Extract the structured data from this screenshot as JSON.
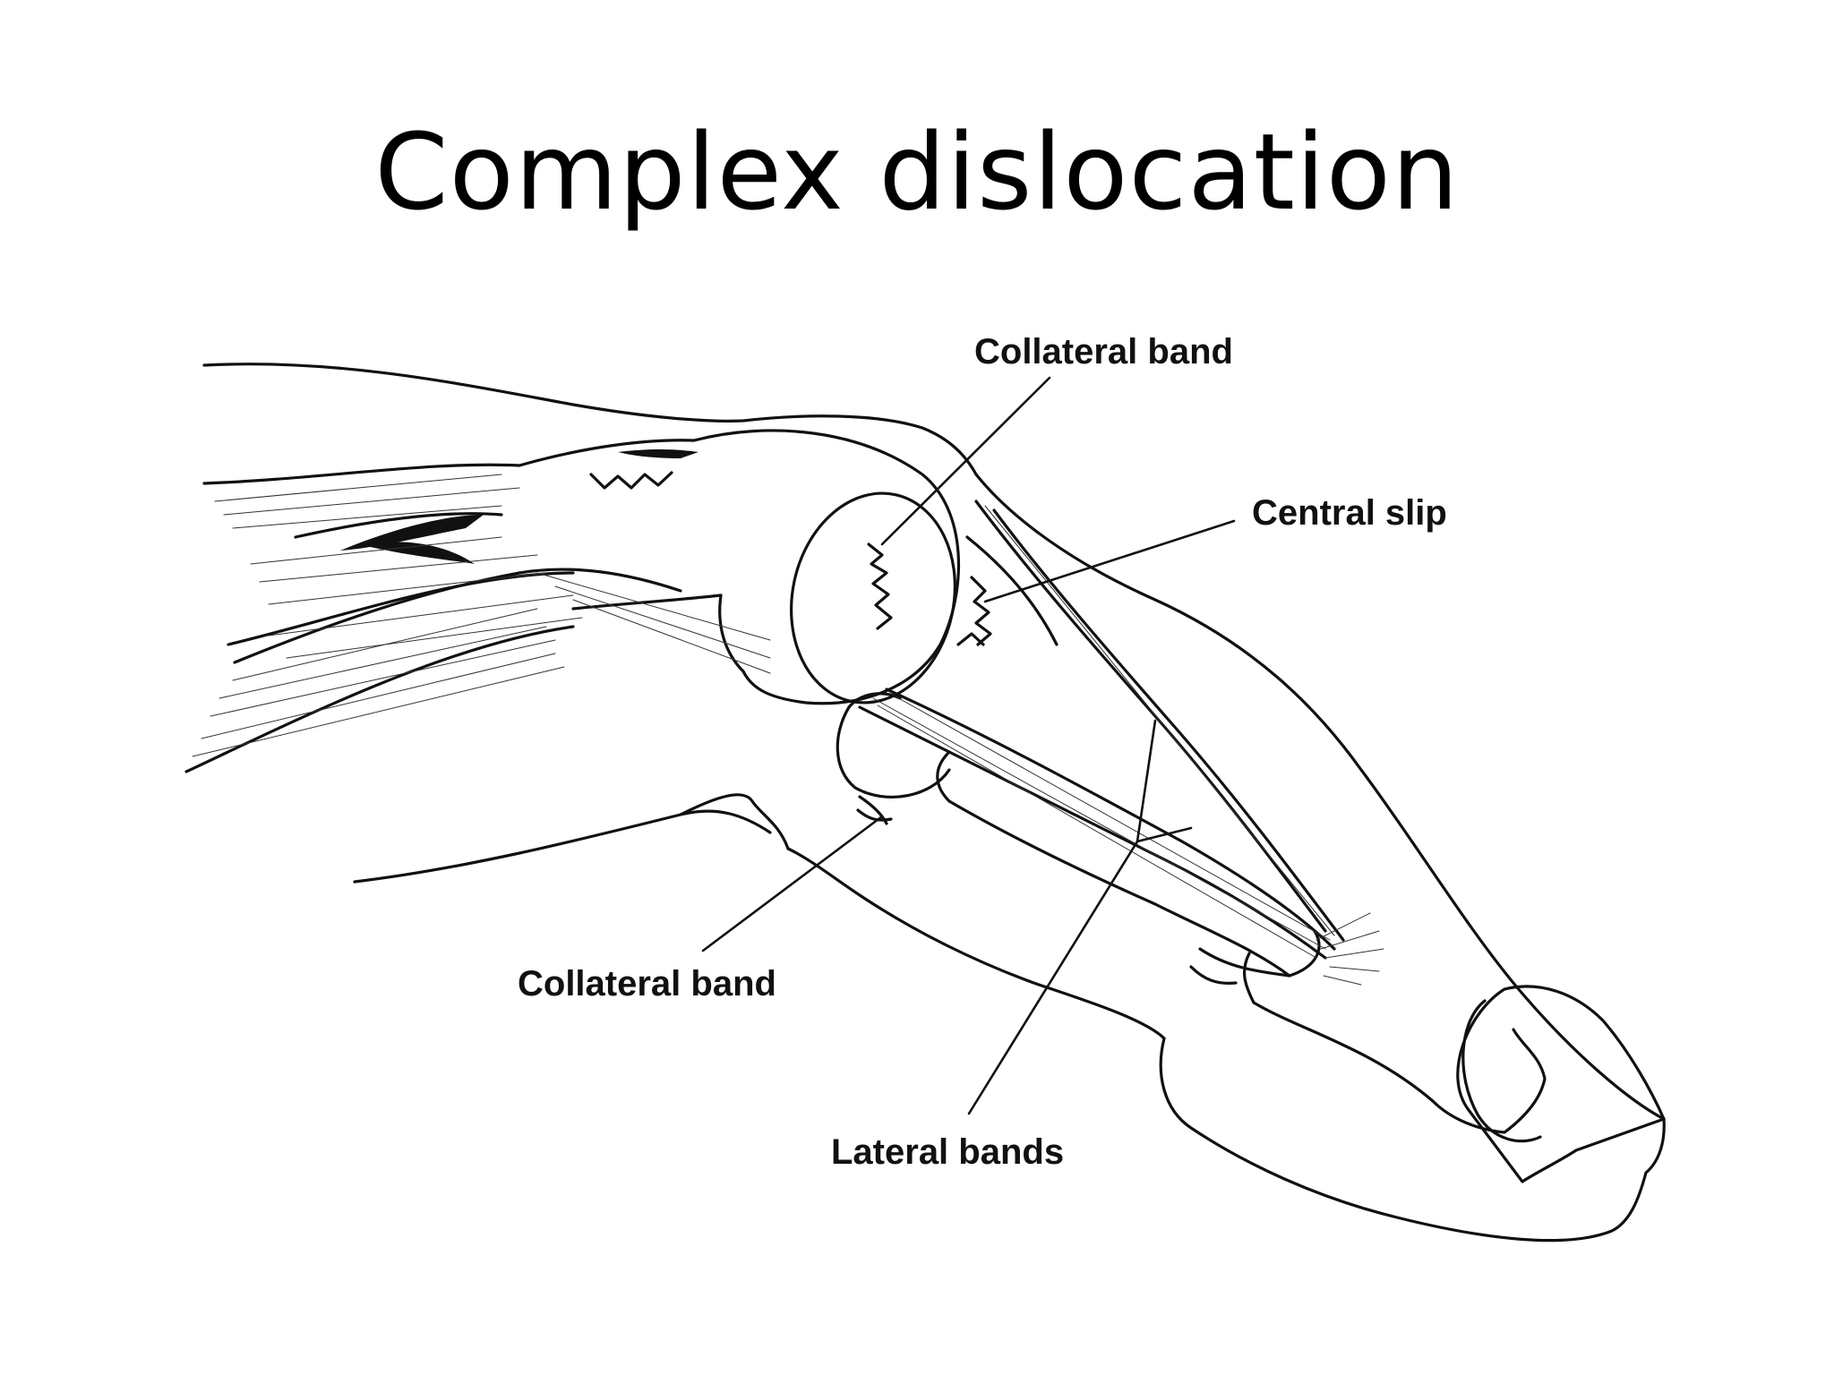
{
  "slide": {
    "title": "Complex dislocation"
  },
  "diagram": {
    "labels": {
      "collateral_band_top": "Collateral band",
      "central_slip": "Central slip",
      "collateral_band_bottom": "Collateral band",
      "lateral_bands": "Lateral bands"
    }
  }
}
